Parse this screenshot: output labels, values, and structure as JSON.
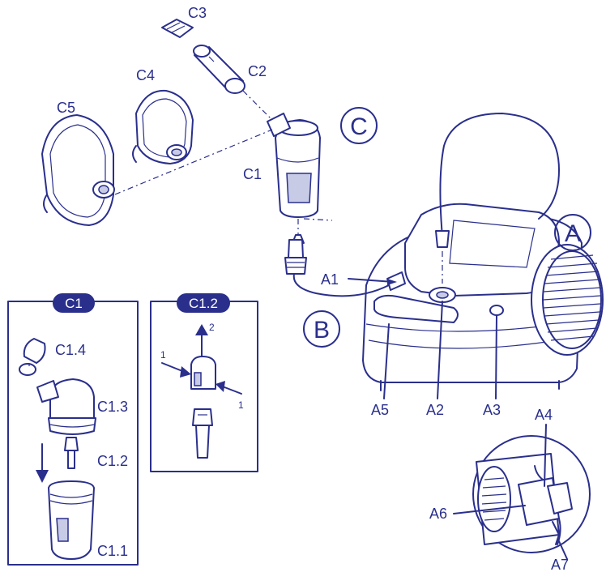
{
  "labels": {
    "c3": "C3",
    "c2": "C2",
    "c4": "C4",
    "c5": "C5",
    "c1": "C1",
    "c_group": "C",
    "a_group": "A",
    "b_group": "B",
    "a1": "A1",
    "a2": "A2",
    "a3": "A3",
    "a4": "A4",
    "a5": "A5",
    "a6": "A6",
    "a7": "A7",
    "c1_4": "C1.4",
    "c1_3": "C1.3",
    "c1_2": "C1.2",
    "c1_1": "C1.1"
  },
  "panels": {
    "c1_panel_title": "C1",
    "c1_2_panel_title": "C1.2",
    "arrow_num_1a": "1",
    "arrow_num_2": "2",
    "arrow_num_1b": "1"
  },
  "colors": {
    "ink": "#2a2f8c",
    "fill": "#c8cbe6",
    "background": "#ffffff"
  }
}
